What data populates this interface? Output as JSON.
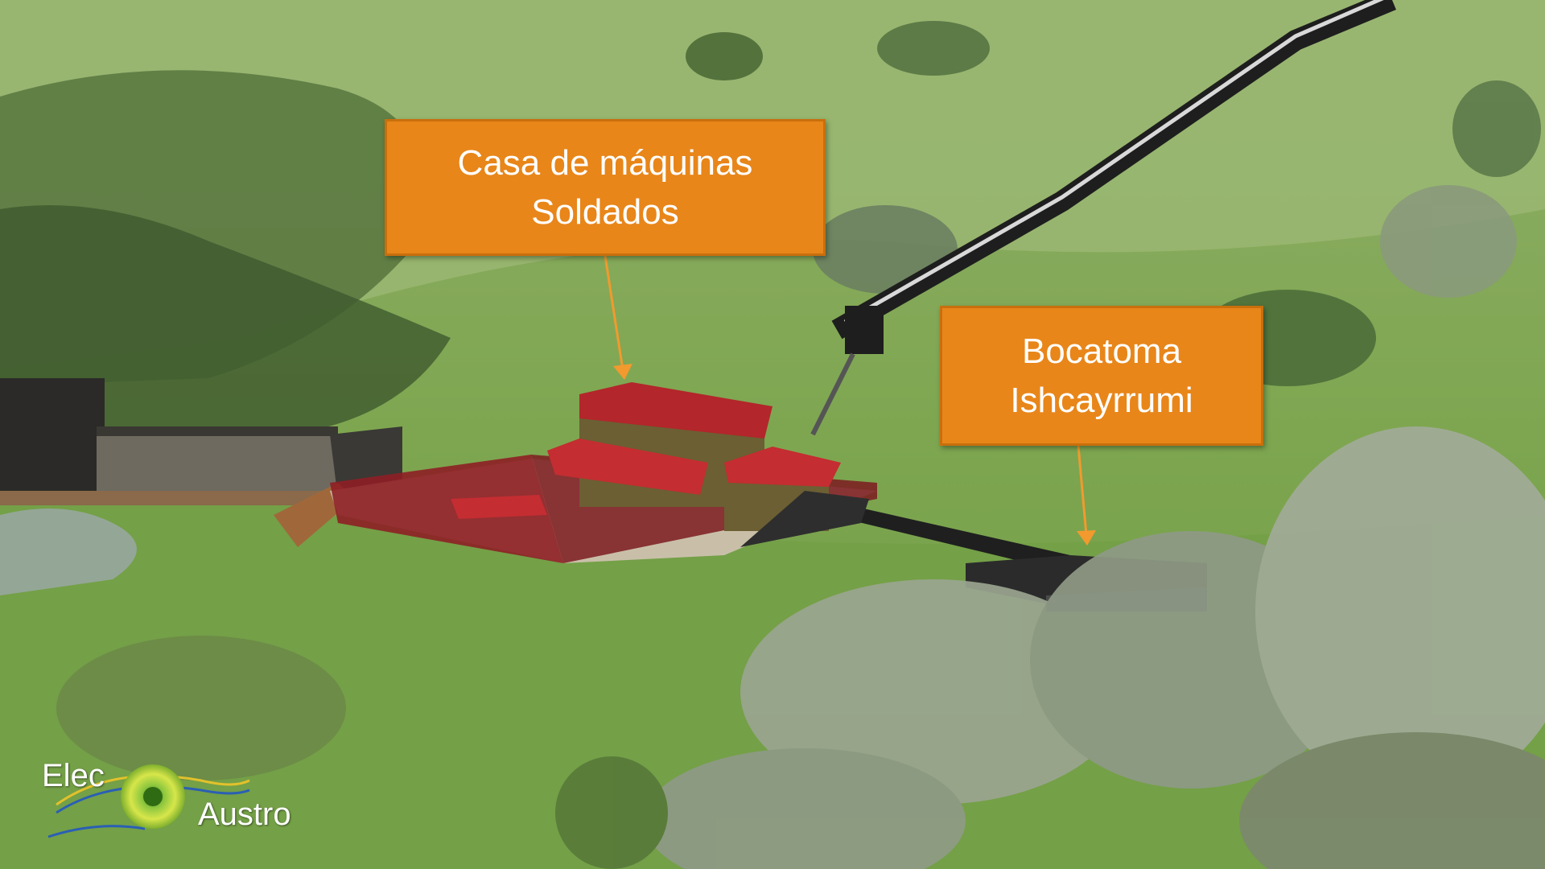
{
  "labels": {
    "casa_line1": "Casa de máquinas",
    "casa_line2": "Soldados",
    "bocatoma_line1": "Bocatoma",
    "bocatoma_line2": "Ishcayrrumi"
  },
  "logo": {
    "word1": "Elec",
    "word2": "Austro"
  },
  "colors": {
    "callout_fill": "#e8861a",
    "callout_border": "#c96f0c",
    "roof_red": "#b3262b",
    "grass_green": "#7ea650"
  }
}
